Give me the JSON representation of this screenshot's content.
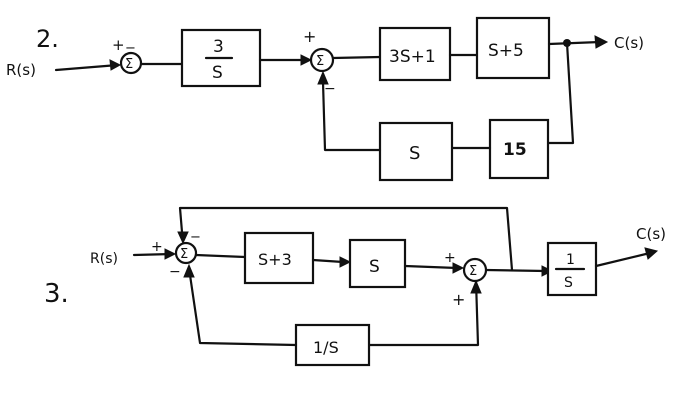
{
  "problem_2": {
    "number": "2.",
    "input": "R(s)",
    "output": "C(s)",
    "sum1": {
      "symbol": "Σ",
      "sign_top": "+",
      "sign_bottom": "−"
    },
    "g1": {
      "num": "3",
      "den": "S"
    },
    "sum2": {
      "symbol": "Σ",
      "sign_top": "+",
      "sign_bottom": "−"
    },
    "g2": "3S+1",
    "g3": "S+5",
    "h1": "S",
    "h2": "15"
  },
  "problem_3": {
    "number": "3.",
    "input": "R(s)",
    "output": "C(s)",
    "sum1": {
      "symbol": "Σ",
      "sign_left": "+",
      "sign_top": "−",
      "sign_bottom": "−"
    },
    "g1": "S+3",
    "g2": "S",
    "sum2": {
      "symbol": "Σ",
      "sign_left": "+",
      "sign_bottom": "+"
    },
    "g3": {
      "num": "1",
      "den": "S"
    },
    "h1": "1/S"
  }
}
